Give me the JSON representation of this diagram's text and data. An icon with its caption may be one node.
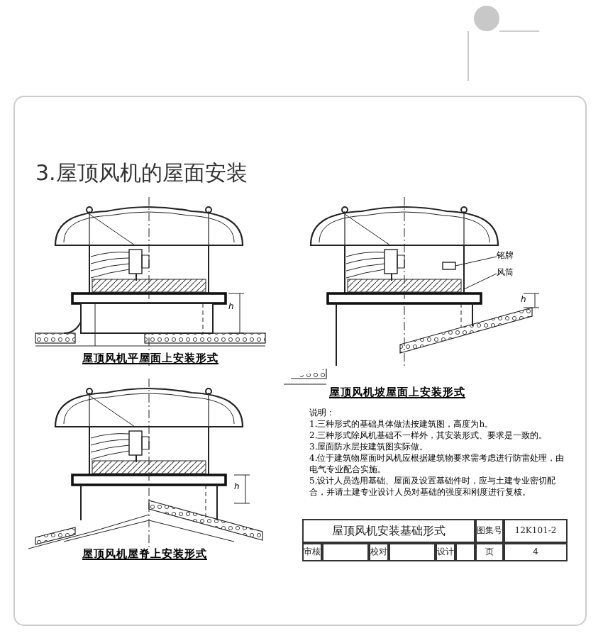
{
  "diagram": {
    "title": "3.屋顶风机的屋面安装",
    "nodes": [
      {
        "text": [
          "铭牌"
        ]
      },
      {
        "text": [],
        "shape": "box"
      },
      {
        "text": [
          "风筒"
        ]
      }
    ],
    "edges": [
      {
        "from": 0,
        "to": 1,
        "arrow": "none"
      },
      {
        "from": 2,
        "to": null,
        "arrow": "none"
      }
    ],
    "labels": [
      "h",
      "h",
      "屋顶风机平屋面上安装形式",
      "屋顶风机坡屋面上安装形式",
      "h",
      "说明：",
      "1.三种形式的基础具体做法按建筑图，高度为h。",
      "2.三种形式除风机基础不一样外，其安装形式、要求是一致的。",
      "3.屋面防水层按建筑图实际做。",
      "4.位于建筑物屋面时风机应根据建筑物要求需考虑进行防雷处理，由电气专业配合实施。",
      "5.设计人员选用基础、屋面及设置基础件时，应与土建专业密切配合，并请土建专业设计人员对基础的强度和刚度进行复核。",
      "屋顶风机屋脊上安装形式",
      "屋顶风机安装基础形式",
      "图集号",
      "12K101-2",
      "审核",
      "校对",
      "设计",
      "页",
      "4"
    ]
  }
}
